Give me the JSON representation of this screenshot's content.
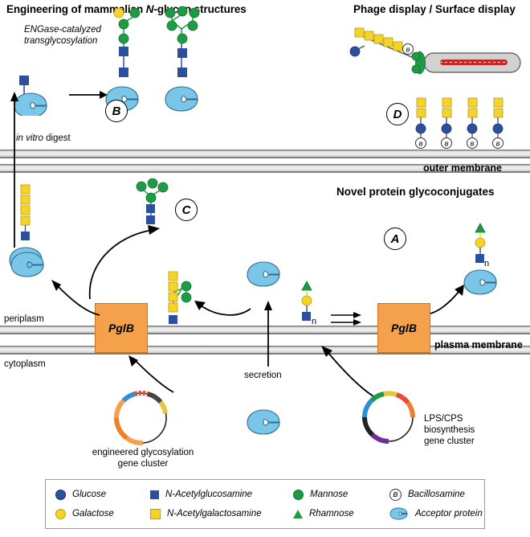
{
  "figure": {
    "title_prefix": "Engineering of mammalian ",
    "title_italic": "N",
    "title_suffix": "-glycan structures",
    "right_header": "Phage display / Surface display",
    "novel_header": "Novel protein glycoconjugates"
  },
  "annotations": {
    "engase_line1": "ENGase-catalyzed",
    "engase_line2": "transglycosylation",
    "in_vitro_digest": "in vitro digest",
    "in_vitro_italic": "in vitro",
    "in_vitro_rest": " digest",
    "secretion": "secretion",
    "outer_membrane": "outer membrane",
    "plasma_membrane": "plasma membrane",
    "periplasm": "periplasm",
    "cytoplasm": "cytoplasm",
    "engineered_cluster_line1": "engineered glycosylation",
    "engineered_cluster_line2": "gene cluster",
    "lps_line1": "LPS/CPS",
    "lps_line2": "biosynthesis",
    "lps_line3": "gene cluster",
    "pglb_label": "PglB",
    "n_subscript": "n"
  },
  "panels": [
    {
      "id": "A",
      "letter": "A"
    },
    {
      "id": "B",
      "letter": "B"
    },
    {
      "id": "C",
      "letter": "C"
    },
    {
      "id": "D",
      "letter": "D"
    }
  ],
  "legend": {
    "items": [
      {
        "name": "glucose",
        "label": "Glucose",
        "shape": "circle",
        "color": "#2c4f9e"
      },
      {
        "name": "n-acetylglucosamine",
        "label": "N-Acetylglucosamine",
        "shape": "square",
        "color": "#2c4f9e",
        "italic_prefix": "N"
      },
      {
        "name": "mannose",
        "label": "Mannose",
        "shape": "circle",
        "color": "#1f9b45"
      },
      {
        "name": "bacillosamine",
        "label": "Bacillosamine",
        "shape": "circle-B",
        "color": "#ffffff",
        "glyph": "B"
      },
      {
        "name": "galactose",
        "label": "Galactose",
        "shape": "circle",
        "color": "#f5d32a"
      },
      {
        "name": "n-acetylgalactosamine",
        "label": "N-Acetylgalactosamine",
        "shape": "square",
        "color": "#f5d32a",
        "italic_prefix": "N"
      },
      {
        "name": "rhamnose",
        "label": "Rhamnose",
        "shape": "triangle",
        "color": "#1f9b45"
      },
      {
        "name": "acceptor-protein",
        "label": "Acceptor protein",
        "shape": "protein",
        "color": "#79c6e8"
      }
    ]
  },
  "colors": {
    "glcnac_blue": "#2c4f9e",
    "galnac_yellow": "#f5d32a",
    "mannose_green": "#1f9b45",
    "rhamnose_green": "#1f9b45",
    "protein_blue": "#79c6e8",
    "protein_stroke": "#2f6d8f",
    "pglb_orange": "#f5a04b",
    "membrane_gray": "#d9d9d9",
    "phage_gray": "#d0d0d0",
    "dna_red": "#cc2222"
  }
}
